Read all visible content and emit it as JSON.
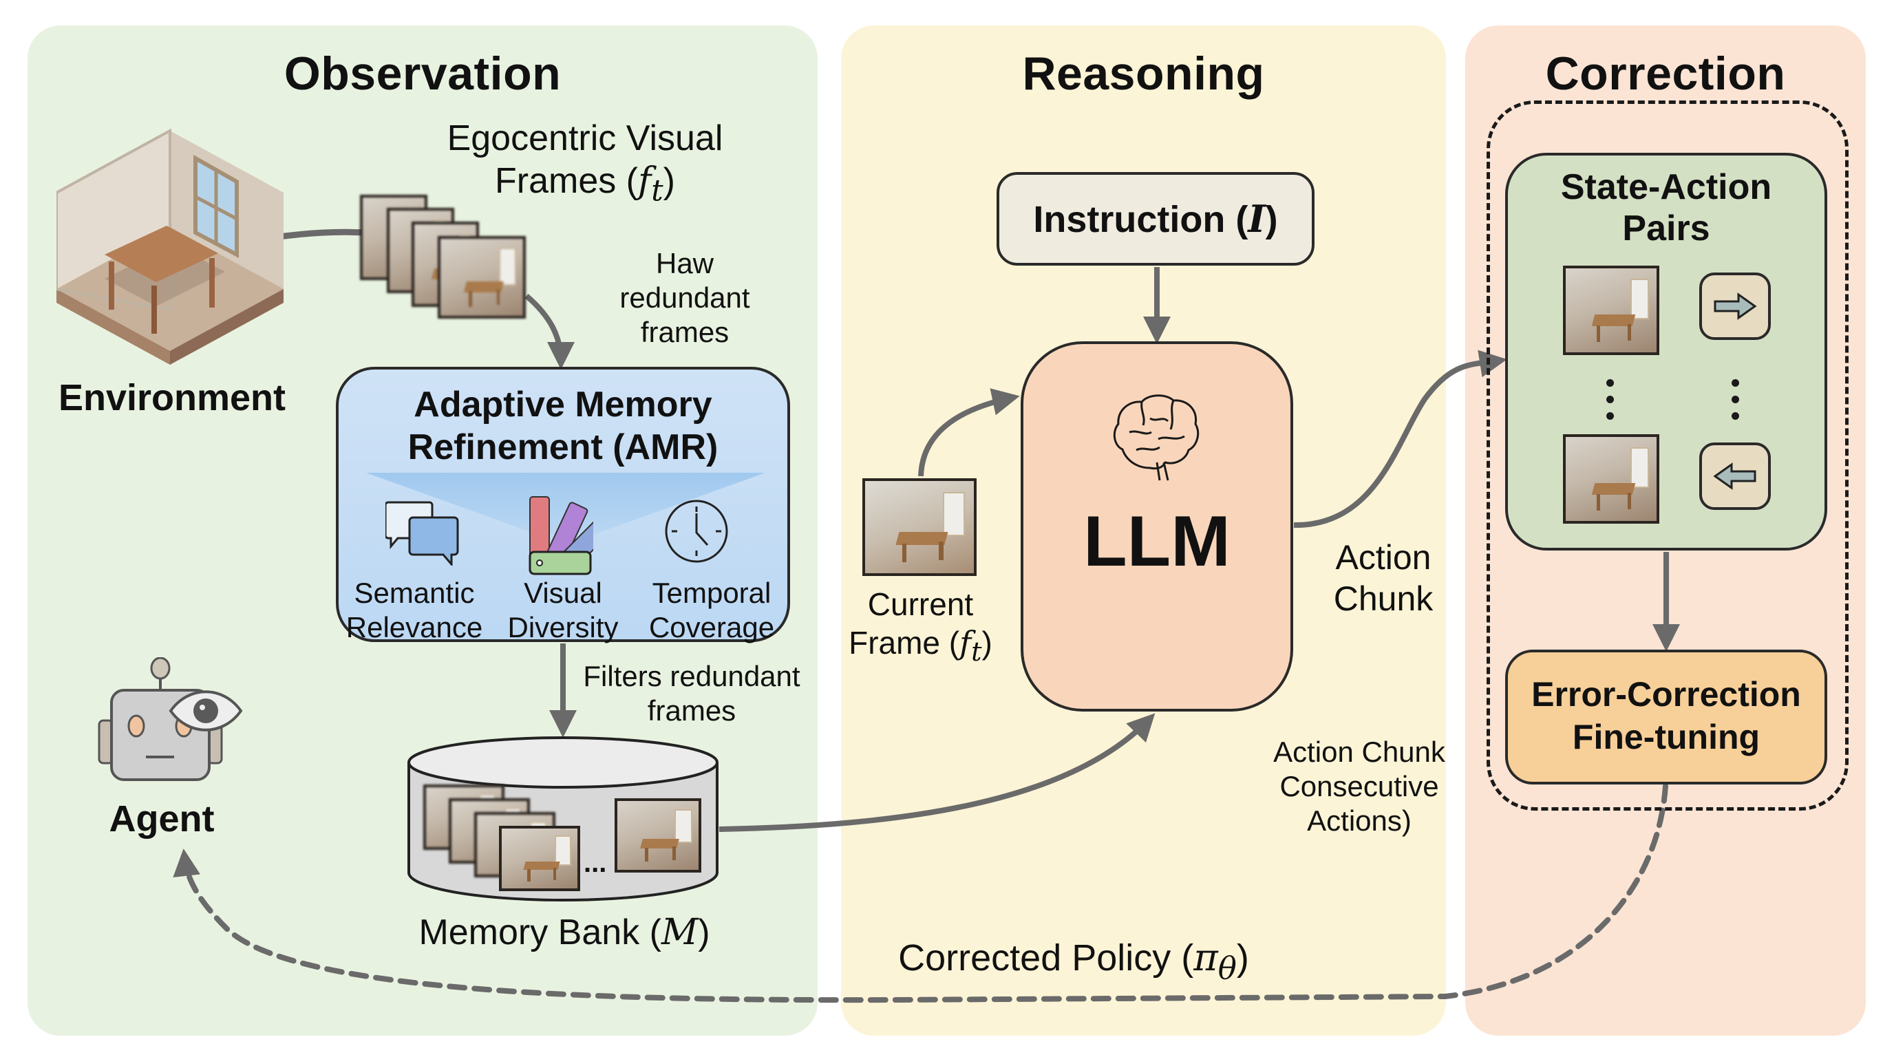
{
  "panels": {
    "observation": {
      "title": "Observation",
      "color": "#e8f2e0"
    },
    "reasoning": {
      "title": "Reasoning",
      "color": "#fcf4d6"
    },
    "correction": {
      "title": "Correction",
      "color": "#fbe4d4"
    }
  },
  "observation": {
    "environment_label": "Environment",
    "frames_label_line1": "Egocentric Visual",
    "frames_label_line2": "Frames (",
    "frames_symbol": "f",
    "frames_subscript": "t",
    "frames_close": ")",
    "haw_note": [
      "Haw",
      "redundant",
      "frames"
    ],
    "amr": {
      "title_line1": "Adaptive Memory",
      "title_line2": "Refinement (AMR)",
      "criteria": [
        {
          "icon": "chat-bubbles-icon",
          "line1": "Semantic",
          "line2": "Relevance"
        },
        {
          "icon": "color-swatch-icon",
          "line1": "Visual",
          "line2": "Diversity"
        },
        {
          "icon": "clock-icon",
          "line1": "Temporal",
          "line2": "Coverage"
        }
      ]
    },
    "filter_note": [
      "Filters redundant",
      "frames"
    ],
    "memory_bank_label": "Memory Bank (",
    "memory_bank_symbol": "M",
    "memory_bank_close": ")",
    "memory_ellipsis": "...",
    "agent_label": "Agent"
  },
  "reasoning": {
    "instruction_label": "Instruction (",
    "instruction_symbol": "I",
    "instruction_close": ")",
    "llm_label": "LLM",
    "current_frame_line1": "Current",
    "current_frame_line2": "Frame (",
    "current_frame_symbol": "f",
    "current_frame_subscript": "t",
    "current_frame_close": ")",
    "action_chunk": [
      "Action",
      "Chunk"
    ],
    "action_chunk_note": [
      "Action Chunk",
      "Consecutive",
      "Actions)"
    ],
    "corrected_policy_label": "Corrected Policy (",
    "corrected_policy_symbol": "π",
    "corrected_policy_subscript": "θ",
    "corrected_policy_close": ")"
  },
  "correction": {
    "state_action_line1": "State-Action",
    "state_action_line2": "Pairs",
    "actions": [
      "right-arrow-icon",
      "left-arrow-icon"
    ],
    "finetune_line1": "Error-Correction",
    "finetune_line2": "Fine-tuning"
  }
}
